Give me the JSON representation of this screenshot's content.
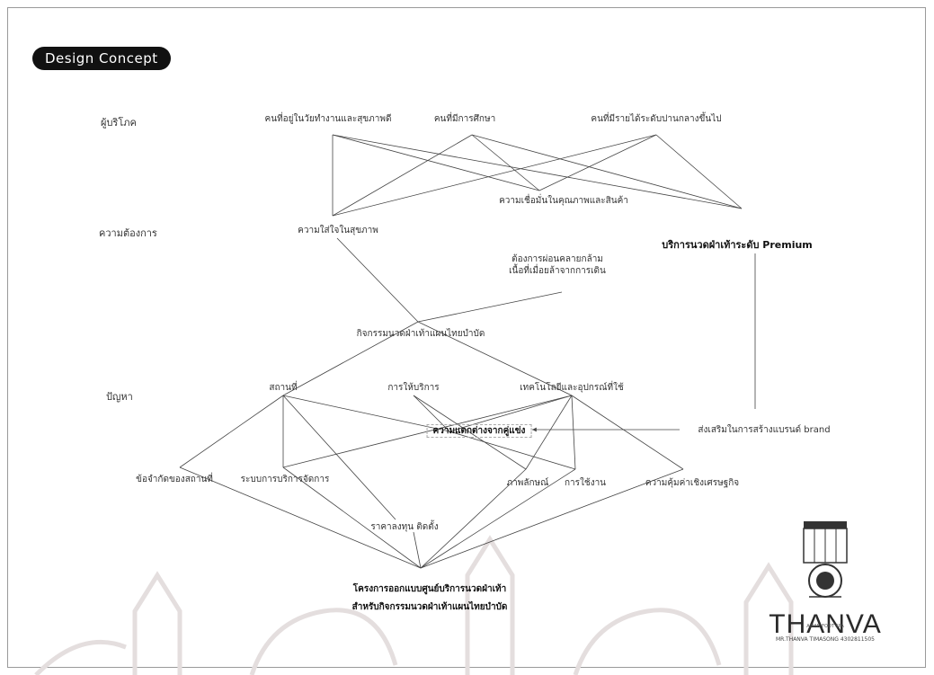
{
  "page": {
    "title": "Design Concept"
  },
  "rows": {
    "stakeholders": "ผู้บริโภค",
    "needs": "ความต้องการ",
    "problems": "ปัญหา"
  },
  "nodes": {
    "s1": "คนที่อยู่ในวัยทำงานและสุขภาพดี",
    "s2": "คนที่มีการศึกษา",
    "s3": "คนที่มีรายได้ระดับปานกลางขึ้นไป",
    "n_trust": "ความเชื่อมั่นในคุณภาพและสินค้า",
    "n_health": "ความใส่ใจในสุขภาพ",
    "n_premium": "บริการนวดฝ่าเท้าระดับ Premium",
    "n_relief": "ต้องการผ่อนคลายกล้ามเนื้อที่เมื่อยล้าจากการเดิน",
    "activity": "กิจกรรมนวดฝ่าเท้าแผนไทยบำบัด",
    "p_place": "สถานที่",
    "p_service": "การให้บริการ",
    "p_tech": "เทคโนโลยีและอุปกรณ์ที่ใช้",
    "p_diff": "ความแตกต่างจากคู่แข่ง",
    "p_brand": "ส่งเสริมในการสร้างแบรนด์ brand",
    "p_limit": "ข้อจำกัดของสถานที่",
    "p_system": "ระบบการบริการจัดการ",
    "p_image": "ภาพลักษณ์",
    "p_use": "การใช้งาน",
    "p_econ": "ความคุ้มค่าเชิงเศรษฐกิจ",
    "p_cost": "ราคาลงทุน ติดตั้ง",
    "result": "โครงการออกแบบศูนย์บริการนวดฝ่าเท้าสำหรับกิจกรรมนวดฝ่าเท้าแผนไทยบำบัด"
  },
  "logo": {
    "name": "THANVA",
    "sub": "ASIAN FOOT SPA",
    "credit": "MR.THANVA TIMASONG 4302811505"
  },
  "colors": {
    "pill_bg": "#111111",
    "line": "#444444",
    "accent": "#111111"
  },
  "icons": [
    "crest-icon",
    "temple-watermark"
  ]
}
